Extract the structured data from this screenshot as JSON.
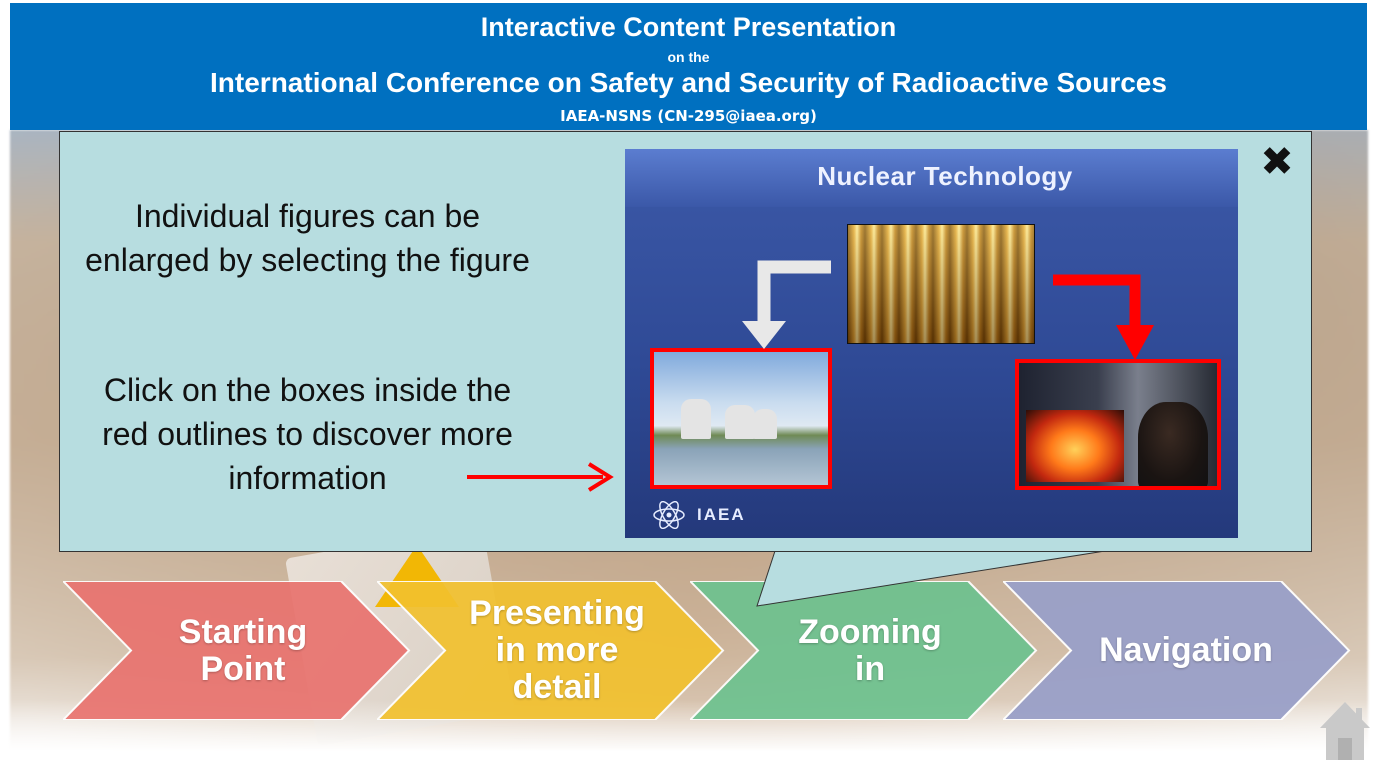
{
  "header": {
    "title": "Interactive Content Presentation",
    "on_the": "on the",
    "conference": "International Conference on Safety and Security of Radioactive Sources",
    "contact": "IAEA-NSNS (CN-295@iaea.org)"
  },
  "panel": {
    "instruction_1": "Individual figures can be enlarged by selecting the figure",
    "instruction_2": "Click on the boxes inside the red outlines to discover more information",
    "close_icon": "close-icon"
  },
  "slide": {
    "title": "Nuclear Technology",
    "logo_text": "IAEA",
    "figures": [
      "nuclear-fuel-rods",
      "nuclear-power-plant",
      "medical-scan-workstation"
    ]
  },
  "nav": {
    "steps": [
      {
        "label": "Starting Point",
        "color": "#e9736f"
      },
      {
        "label": "Presenting in more detail",
        "color": "#f2c12e"
      },
      {
        "label": "Zooming in",
        "color": "#6dc28f"
      },
      {
        "label": "Navigation",
        "color": "#9aa0c8"
      }
    ]
  },
  "colors": {
    "header_bg": "#0070c0",
    "panel_bg": "#b7dde0",
    "slide_bg": "#2f4a96",
    "outline_red": "#ff0000"
  },
  "icons": {
    "home": "home-icon",
    "close": "close-icon"
  }
}
